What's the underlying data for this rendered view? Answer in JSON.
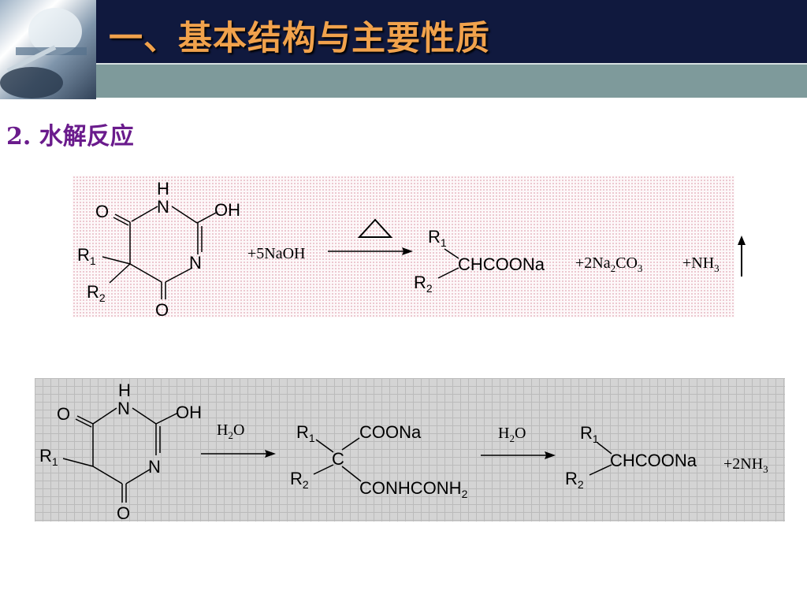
{
  "slide": {
    "title": "一、基本结构与主要性质",
    "section": "2. 水解反应"
  },
  "reaction1": {
    "ring_labels": {
      "H": "H",
      "N_top": "N",
      "O_left": "O",
      "OH": "OH",
      "R1": "R",
      "R1_sub": "1",
      "R2": "R",
      "R2_sub": "2",
      "N_right": "N",
      "O_bottom": "O"
    },
    "reagent": "+5NaOH",
    "condition_symbol": "△",
    "product": {
      "R1": "R",
      "R1_sub": "1",
      "R2": "R",
      "R2_sub": "2",
      "group": "CHCOONa"
    },
    "byproduct_1": {
      "pre": "+2Na",
      "sub1": "2",
      "mid": "CO",
      "sub2": "3"
    },
    "byproduct_2": {
      "pre": "+NH",
      "sub": "3"
    },
    "gas_arrow": "↑"
  },
  "reaction2": {
    "ring_labels": {
      "H": "H",
      "N_top": "N",
      "O_left": "O",
      "OH": "OH",
      "R1": "R",
      "R1_sub": "1",
      "N_right": "N",
      "O_bottom": "O"
    },
    "step1_reagent": {
      "pre": "H",
      "sub": "2",
      "post": "O"
    },
    "intermediate": {
      "R1": "R",
      "R1_sub": "1",
      "R2": "R",
      "R2_sub": "2",
      "center": "C",
      "top_group": "COONa",
      "bottom_group": {
        "pre": "CONHCONH",
        "sub": "2"
      }
    },
    "step2_reagent": {
      "pre": "H",
      "sub": "2",
      "post": "O"
    },
    "product": {
      "R1": "R",
      "R1_sub": "1",
      "R2": "R",
      "R2_sub": "2",
      "group": "CHCOONa"
    },
    "byproduct": {
      "pre": "+2NH",
      "sub": "3"
    }
  }
}
